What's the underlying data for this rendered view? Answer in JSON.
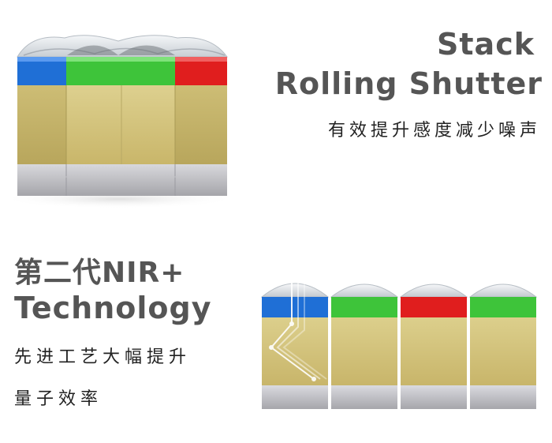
{
  "section1": {
    "title_line1": "Stack",
    "title_line2": "Rolling Shutter",
    "subtitle": "有效提升感度减少噪声"
  },
  "section2": {
    "title_line1": "第二代NIR+",
    "title_line2": "Technology",
    "subtitle_line1": "先进工艺大幅提升",
    "subtitle_line2": "量子效率"
  },
  "colors": {
    "heading": "#555555",
    "body_text": "#222222",
    "filter_blue": "#1f6fd6",
    "filter_green": "#3ec43a",
    "filter_red": "#e01e1e",
    "silicon_gold": "#d6c682",
    "base_gray": "#b8b8bc"
  },
  "illustrations": {
    "stack_cube_filters": [
      "blue",
      "green",
      "red"
    ],
    "nir_row_filters": [
      "blue",
      "green",
      "red",
      "green"
    ]
  }
}
